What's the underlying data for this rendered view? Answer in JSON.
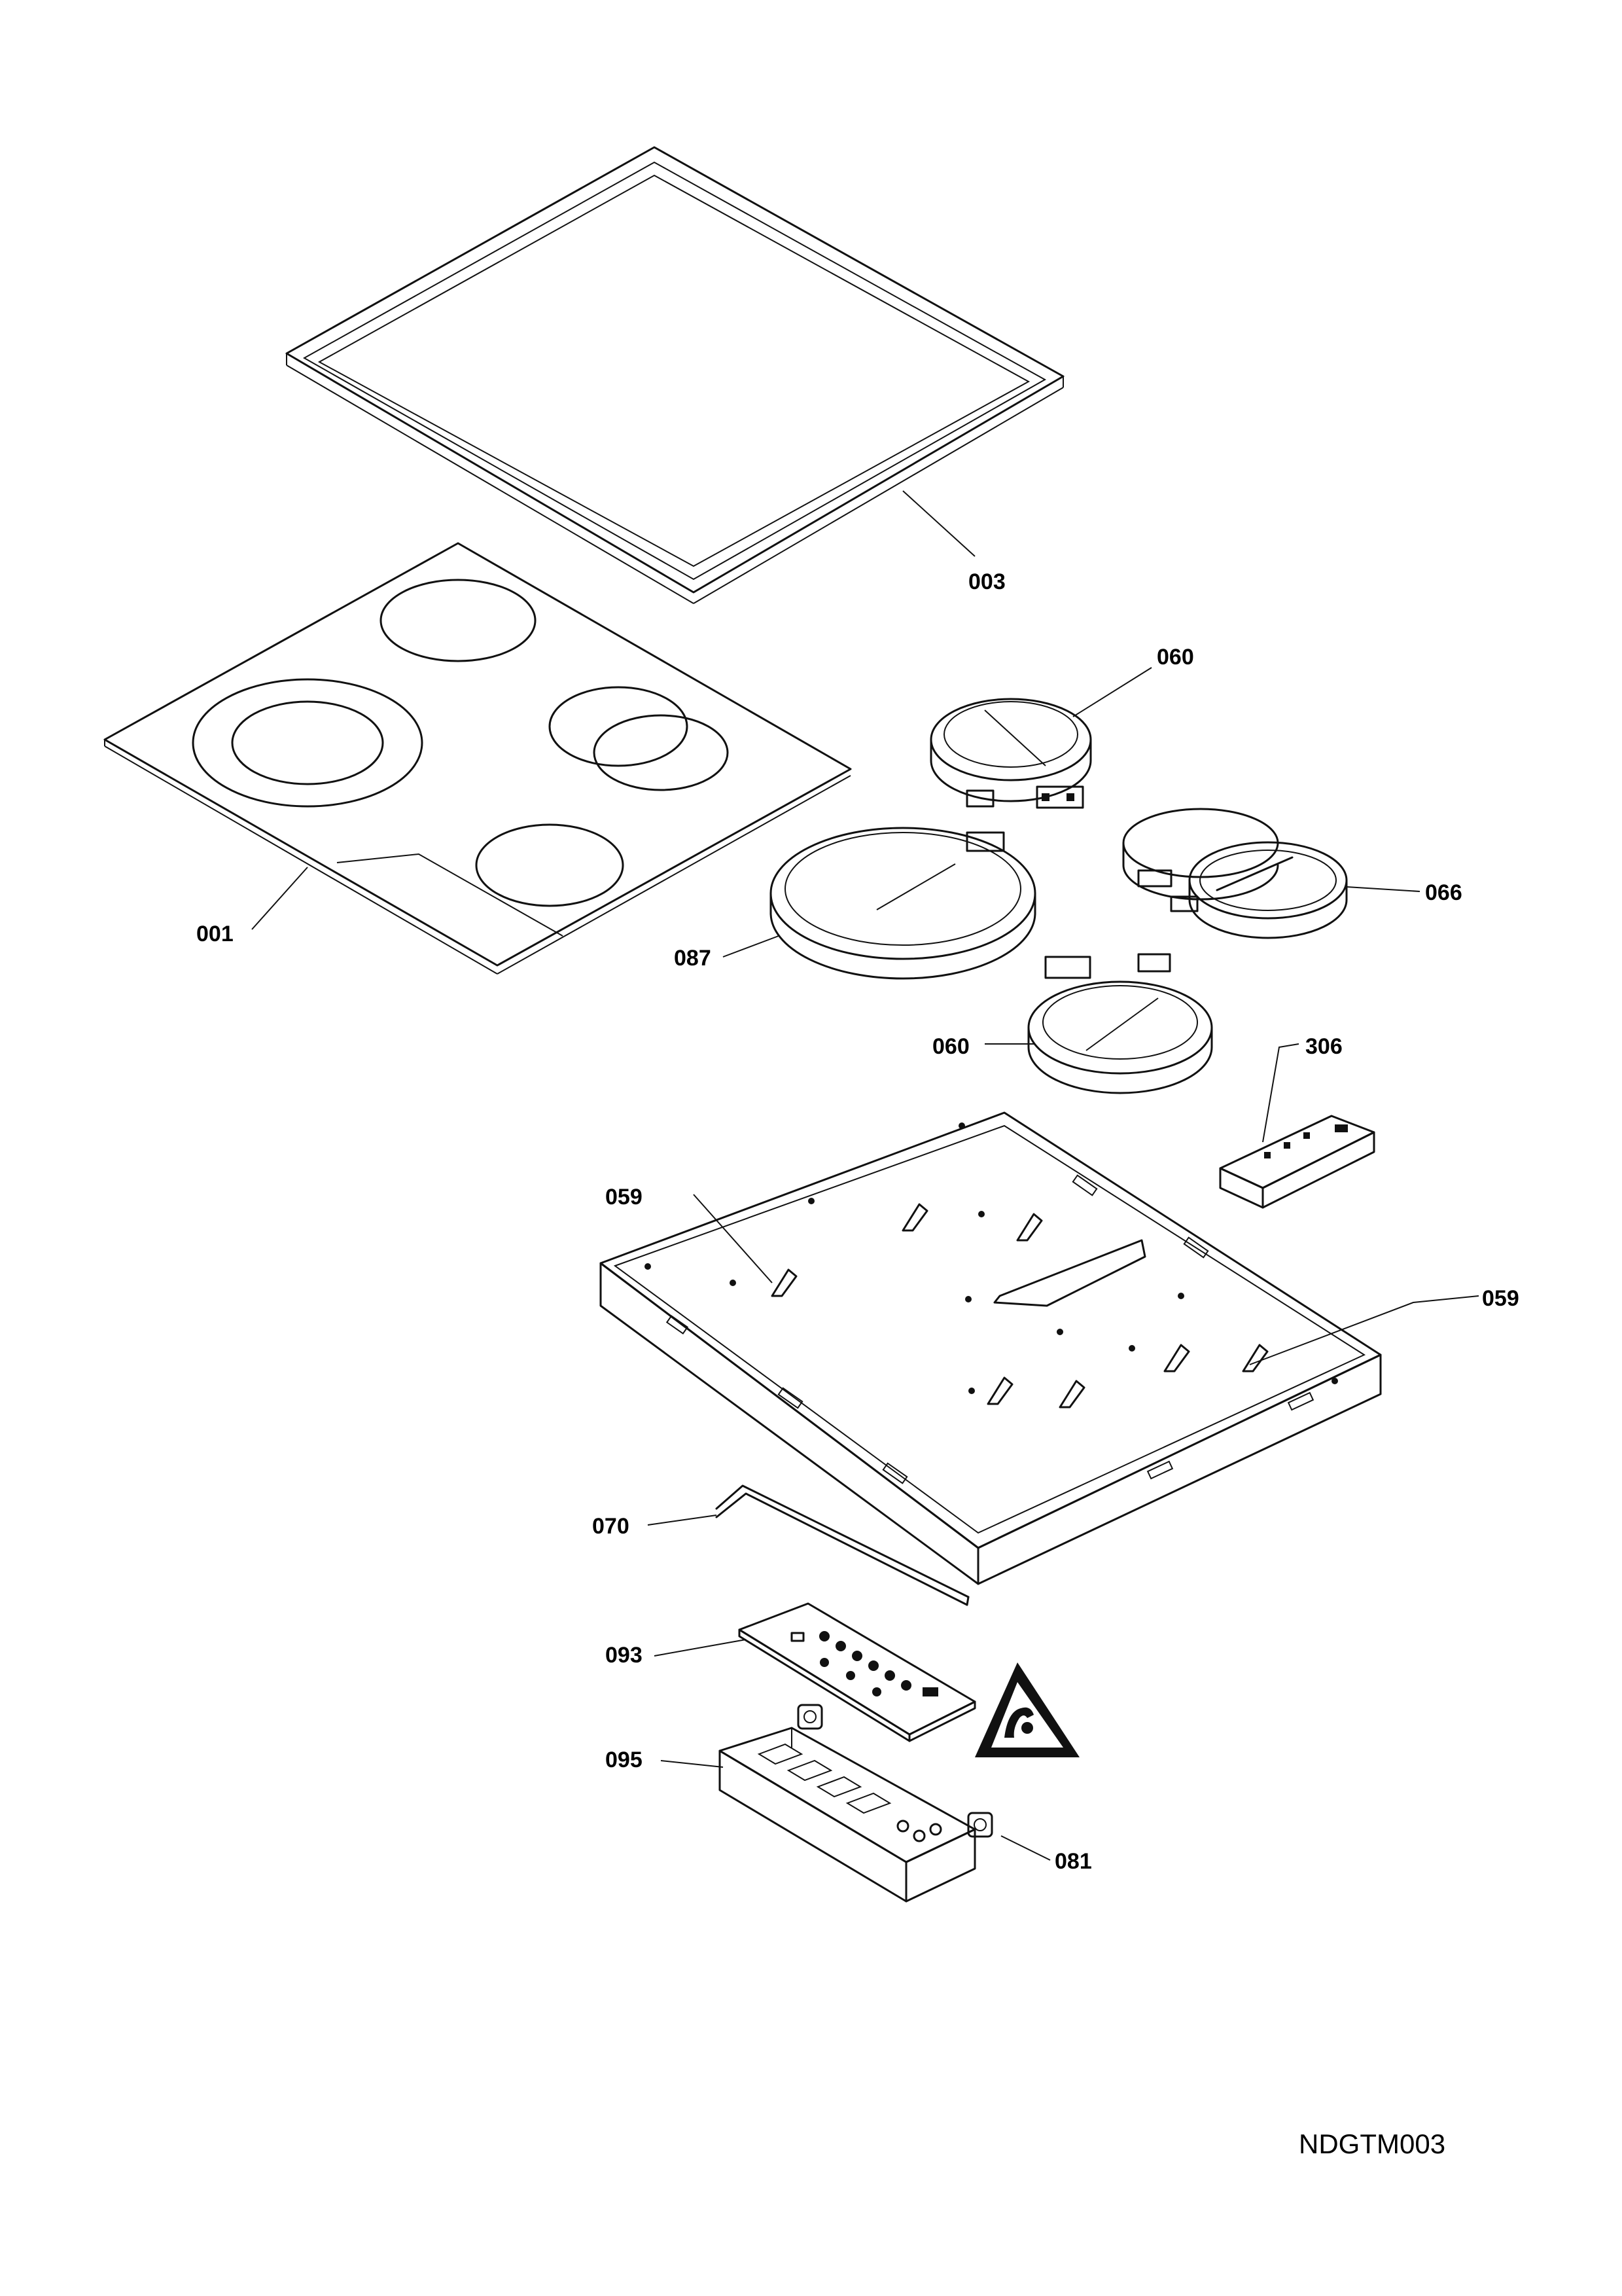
{
  "labels": {
    "p003": "003",
    "p060a": "060",
    "p001": "001",
    "p087": "087",
    "p066": "066",
    "p060b": "060",
    "p306": "306",
    "p059a": "059",
    "p059b": "059",
    "p070": "070",
    "p093": "093",
    "p095": "095",
    "p081": "081"
  },
  "drawing_code": "NDGTM003",
  "icons": {
    "warning": "esd-warning-triangle-icon"
  }
}
